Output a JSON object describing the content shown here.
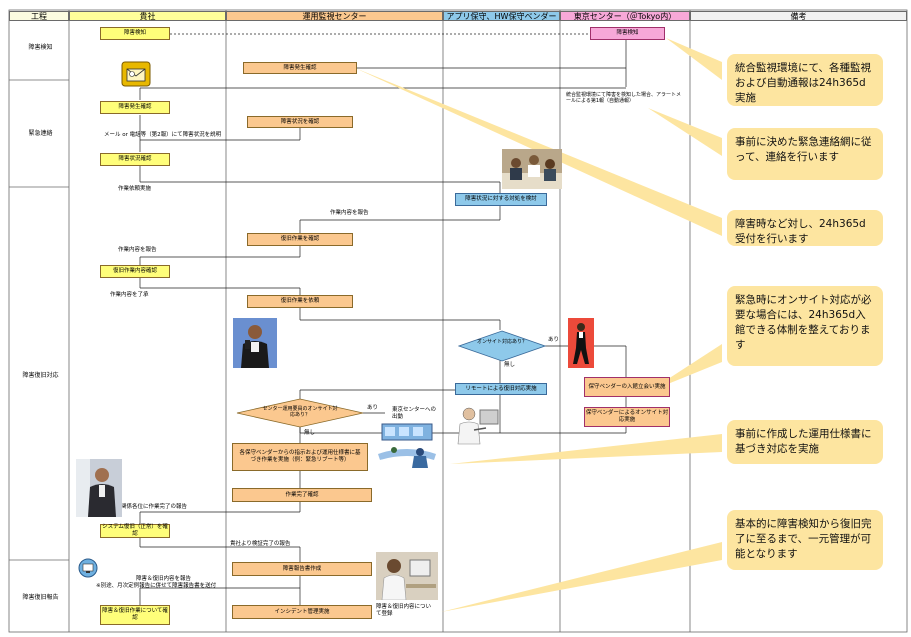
{
  "lanes": [
    "工程",
    "貴社",
    "運用監視センター",
    "アプリ保守、HW保守ベンダー",
    "東京センター（＠Tokyo内）",
    "備考"
  ],
  "stages": [
    "障害検知",
    "緊急連絡",
    "障害復旧対応",
    "障害復旧報告"
  ],
  "boxes": {
    "b1": "障害検知",
    "b2": "障害検知",
    "b3": "障害発生確認",
    "b4": "障害発生確認",
    "b5": "障害状況を確認",
    "b6": "障害状況確認",
    "b7": "障害状況に対する対処を検討",
    "b8": "復旧作業を確認",
    "b9": "復旧作業内容確認",
    "b10": "復旧作業を依頼",
    "b11": "保守ベンダーの入館立会い実施",
    "b12": "保守ベンダーによるオンサイト対応実施",
    "b13": "リモートによる復旧対応実施",
    "b14": "各保守ベンダーからの指示および運用仕様書に基づき作業を実施（例：緊急リブート等）",
    "b15": "作業完了確認",
    "b16": "システム復旧（正常）を確認",
    "b17": "障害報告書作成",
    "b18": "障害＆復旧作業について確認",
    "b19": "インシデント管理実施"
  },
  "diamonds": {
    "d1": "オンサイト対応あり？",
    "d2": "センター運用要員のオンサイト対応あり？"
  },
  "labels": {
    "l1": "統合監視環境にて障害を検知した場合、アラートメールによる第1報（自動通報）",
    "l2": "メール or 電話等（第2報）にて障害状況を説明",
    "l3": "作業依頼実施",
    "l4": "作業内容を報告",
    "l5": "作業内容を報告",
    "l6": "作業内容を了承",
    "l7": "あり",
    "l8": "無し",
    "l9": "あり",
    "l10": "東京センターへの出動",
    "l11": "無し",
    "l12": "関係各位に作業完了の報告",
    "l13": "貴社より検証完了の報告",
    "l14": "障害＆復旧内容を報告",
    "l15": "※別途、月次定例報告に併せて障害報告書を送付",
    "l16": "障害＆復旧内容について登録"
  },
  "callouts": [
    "統合監視環境にて、各種監視および自動通報は24h365d実施",
    "事前に決めた緊急連絡網に従って、連絡を行います",
    "障害時など対し、24h365d受付を行います",
    "緊急時にオンサイト対応が必要な場合には、24h365d入館できる体制を整えております",
    "事前に作成した運用仕様書に基づき対応を実施",
    "基本的に障害検知から復旧完了に至るまで、一元管理が可能となります"
  ],
  "icons": [
    "envelope-icon",
    "meeting-photo",
    "man-phone-photo",
    "runner-photo",
    "operators-photo",
    "engineer-photo",
    "businessman-photo",
    "monitor-icon",
    "office-worker-photo"
  ],
  "colors": {
    "yellow_box": "#fffe7a",
    "orange_box": "#fbc88f",
    "pink_box": "#f7a8d8",
    "blue_box": "#8ec9ea",
    "callout": "#fde5a0"
  }
}
